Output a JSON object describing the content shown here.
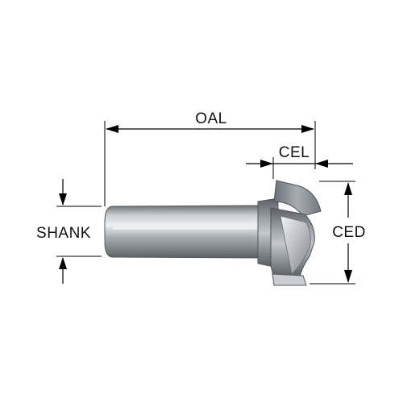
{
  "labels": {
    "oal": "OAL",
    "cel": "CEL",
    "shank": "SHANK",
    "ced": "CED"
  },
  "colors": {
    "background": "#ffffff",
    "metal_dark": "#5a5e64",
    "metal_mid": "#9aa0a6",
    "metal_light": "#e6e8ea",
    "dimension_line": "#000000"
  }
}
